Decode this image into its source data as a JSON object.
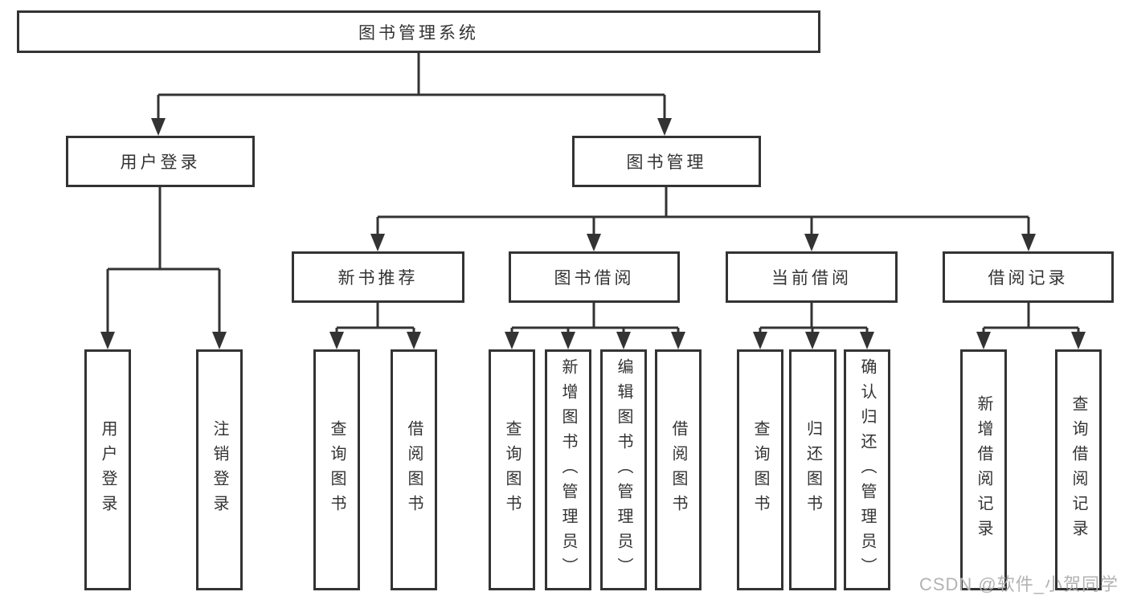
{
  "diagram": {
    "root": {
      "label": "图书管理系统"
    },
    "branches": [
      {
        "label": "用户登录",
        "children": [
          {
            "label": "用户登录"
          },
          {
            "label": "注销登录"
          }
        ]
      },
      {
        "label": "图书管理",
        "children": [
          {
            "label": "新书推荐",
            "children": [
              {
                "label": "查询图书"
              },
              {
                "label": "借阅图书"
              }
            ]
          },
          {
            "label": "图书借阅",
            "children": [
              {
                "label": "查询图书"
              },
              {
                "label": "新增图书（管理员）"
              },
              {
                "label": "编辑图书（管理员）"
              },
              {
                "label": "借阅图书"
              }
            ]
          },
          {
            "label": "当前借阅",
            "children": [
              {
                "label": "查询图书"
              },
              {
                "label": "归还图书"
              },
              {
                "label": "确认归还（管理员）"
              }
            ]
          },
          {
            "label": "借阅记录",
            "children": [
              {
                "label": "新增借阅记录"
              },
              {
                "label": "查询借阅记录"
              }
            ]
          }
        ]
      }
    ]
  },
  "watermark": {
    "text": "CSDN @软件_小贺同学"
  },
  "colors": {
    "line": "#333333",
    "text": "#333333",
    "box_background": "#ffffff",
    "page_background": "#ffffff",
    "watermark": "#b3b3b3"
  }
}
